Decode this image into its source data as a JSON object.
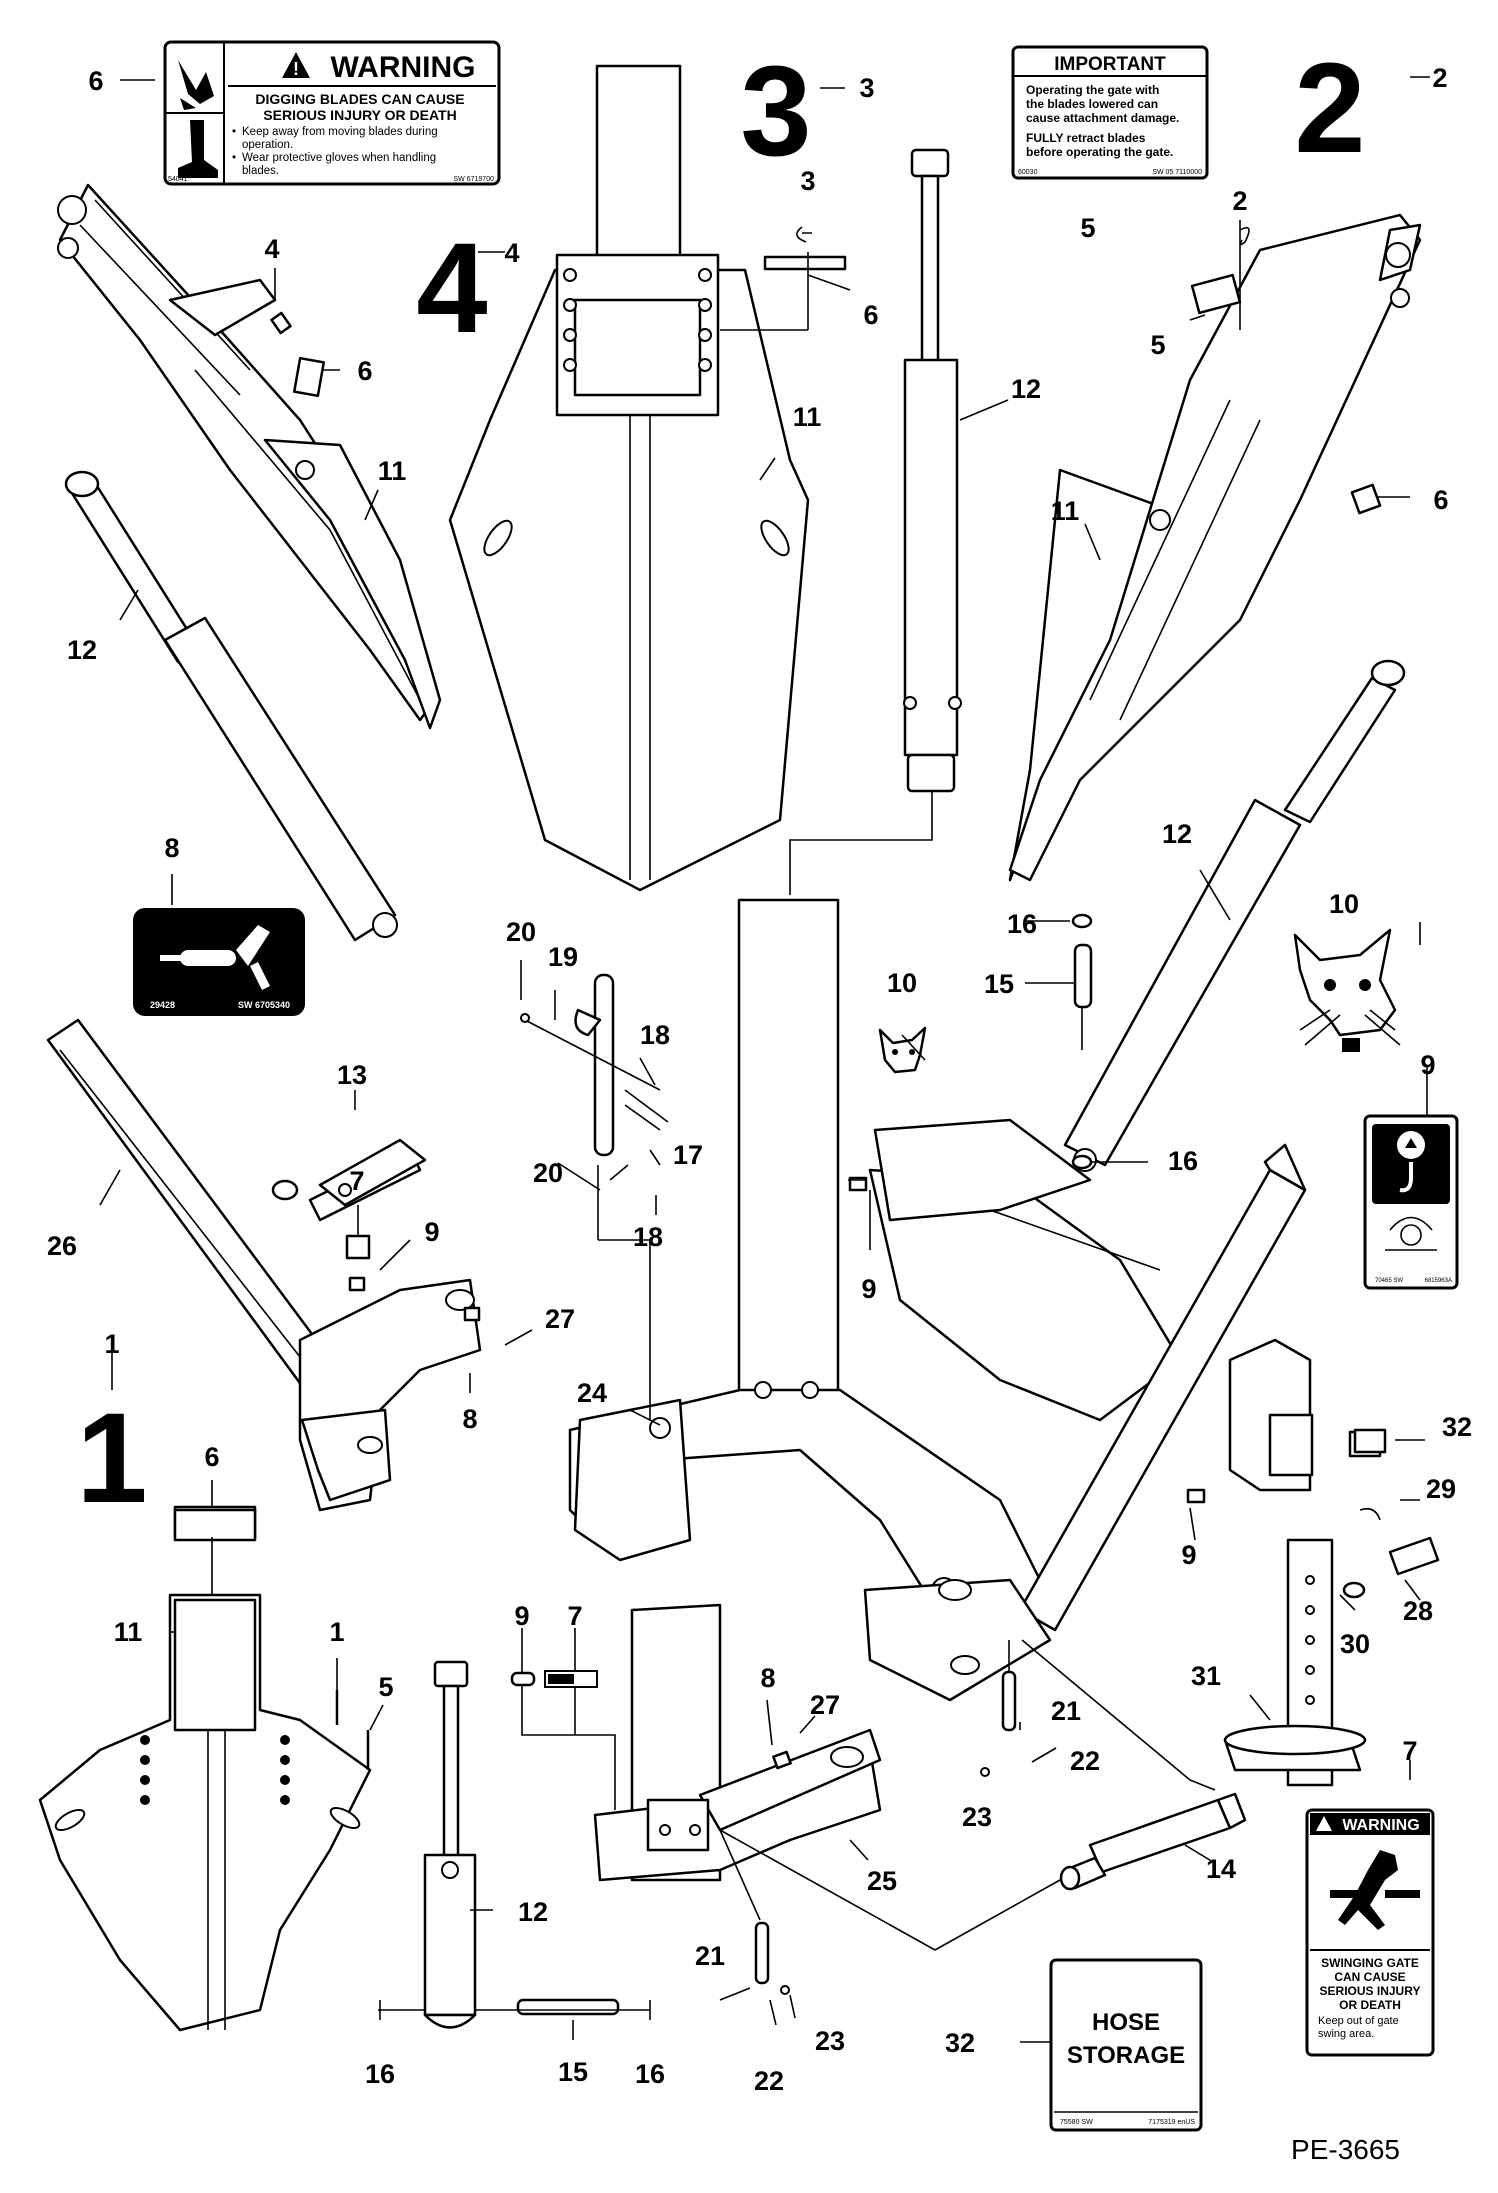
{
  "diagram_id": "PE-3665",
  "group_numbers": [
    {
      "id": "1",
      "ref": "1"
    },
    {
      "id": "2",
      "ref": "2"
    },
    {
      "id": "3",
      "ref": "3"
    },
    {
      "id": "4",
      "ref": "4"
    }
  ],
  "callouts": {
    "c6a": "6",
    "c3a": "3",
    "c5a": "5",
    "c2a": "2",
    "c4a": "4",
    "c6b": "6",
    "c3b": "3",
    "c6c": "6",
    "c2b": "2",
    "c5b": "5",
    "c11a": "11",
    "c11b": "11",
    "c12a": "12",
    "c11c": "11",
    "c6d": "6",
    "c12b": "12",
    "c8a": "8",
    "c12c": "12",
    "c20a": "20",
    "c19": "19",
    "c18a": "18",
    "c16a": "16",
    "c15a": "15",
    "c10a": "10",
    "c10b": "10",
    "c13": "13",
    "c7a": "7",
    "c9a": "9",
    "c26": "26",
    "c27a": "27",
    "c8b": "8",
    "c20b": "20",
    "c17": "17",
    "c18b": "18",
    "c16b": "16",
    "c9b": "9",
    "c9c": "9",
    "c1a": "1",
    "c24": "24",
    "c32a": "32",
    "c29": "29",
    "c9d": "9",
    "c28": "28",
    "c30": "30",
    "c6e": "6",
    "c11d": "11",
    "c1b": "1",
    "c5c": "5",
    "c9e": "9",
    "c7b": "7",
    "c8c": "8",
    "c27b": "27",
    "c21a": "21",
    "c22a": "22",
    "c23a": "23",
    "c31": "31",
    "c7c": "7",
    "c12d": "12",
    "c25": "25",
    "c14": "14",
    "c21b": "21",
    "c23b": "23",
    "c22b": "22",
    "c32b": "32",
    "c16c": "16",
    "c15b": "15",
    "c16d": "16"
  },
  "decals": {
    "warning_blades": {
      "heading": "WARNING",
      "line1": "DIGGING BLADES CAN CAUSE",
      "line2": "SERIOUS INJURY OR DEATH",
      "bullet1a": "Keep away from moving blades during",
      "bullet1b": "operation.",
      "bullet2a": "Wear protective gloves when handling",
      "bullet2b": "blades.",
      "code_left": "54041",
      "code_right": "SW 6719700"
    },
    "important": {
      "heading": "IMPORTANT",
      "line1": "Operating the gate with",
      "line2": "the blades lowered can",
      "line3": "cause attachment damage.",
      "line4": "FULLY retract blades",
      "line5": "before operating the gate.",
      "code_left": "60030",
      "code_right": "SW 05 7110000"
    },
    "grease": {
      "code_left": "29428",
      "code_right": "SW 6705340"
    },
    "lift_point": {
      "code_left": "70465 SW",
      "code_right": "6815963A"
    },
    "warning_gate": {
      "heading": "WARNING",
      "line1": "SWINGING GATE",
      "line2": "CAN CAUSE",
      "line3": "SERIOUS INJURY",
      "line4": "OR DEATH",
      "line5": "Keep out of gate",
      "line6": "swing area."
    },
    "hose_storage": {
      "line1": "HOSE",
      "line2": "STORAGE",
      "code_left": "75580 SW",
      "code_right": "7175319 enUS"
    }
  }
}
